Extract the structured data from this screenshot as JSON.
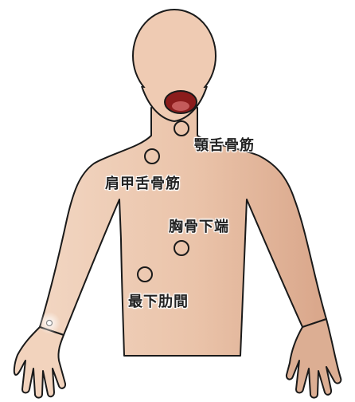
{
  "figure": {
    "labels": {
      "jaw_tongue_bone_muscle": "顎舌骨筋",
      "shoulder_tongue_bone_muscle": "肩甲舌骨筋",
      "sternum_lower_end": "胸骨下端",
      "lowest_rib_gap": "最下肋間"
    },
    "colors": {
      "skin_light": "#f2d3bd",
      "skin_dark": "#d9a68a",
      "outline": "#1a1a1a",
      "mouth": "#8b1c1c",
      "marker": "#ffffff"
    }
  }
}
